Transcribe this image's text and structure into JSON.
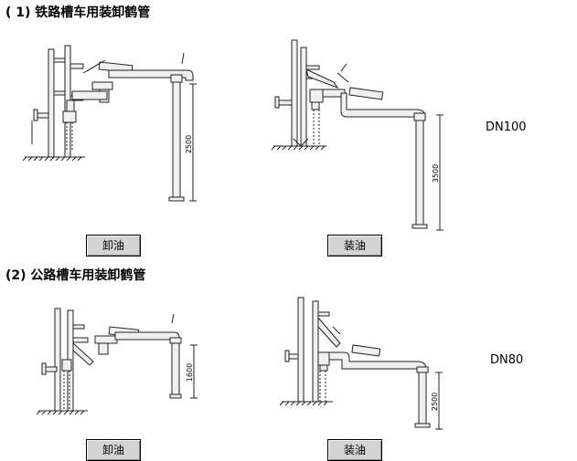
{
  "sections": [
    {
      "title": "( 1) 铁路槽车用装卸鹤管",
      "size": "DN100",
      "diagrams": [
        {
          "label": "卸油",
          "dimension": "2500"
        },
        {
          "label": "装油",
          "dimension": "3500"
        }
      ]
    },
    {
      "title": "(2) 公路槽车用装卸鹤管",
      "size": "DN80",
      "diagrams": [
        {
          "label": "卸油",
          "dimension": "1600"
        },
        {
          "label": "装油",
          "dimension": "2500"
        }
      ]
    }
  ],
  "colors": {
    "pipe_fill": "#f0f0f0",
    "outline": "#222222",
    "tag_fill": "#d4d4d4"
  }
}
